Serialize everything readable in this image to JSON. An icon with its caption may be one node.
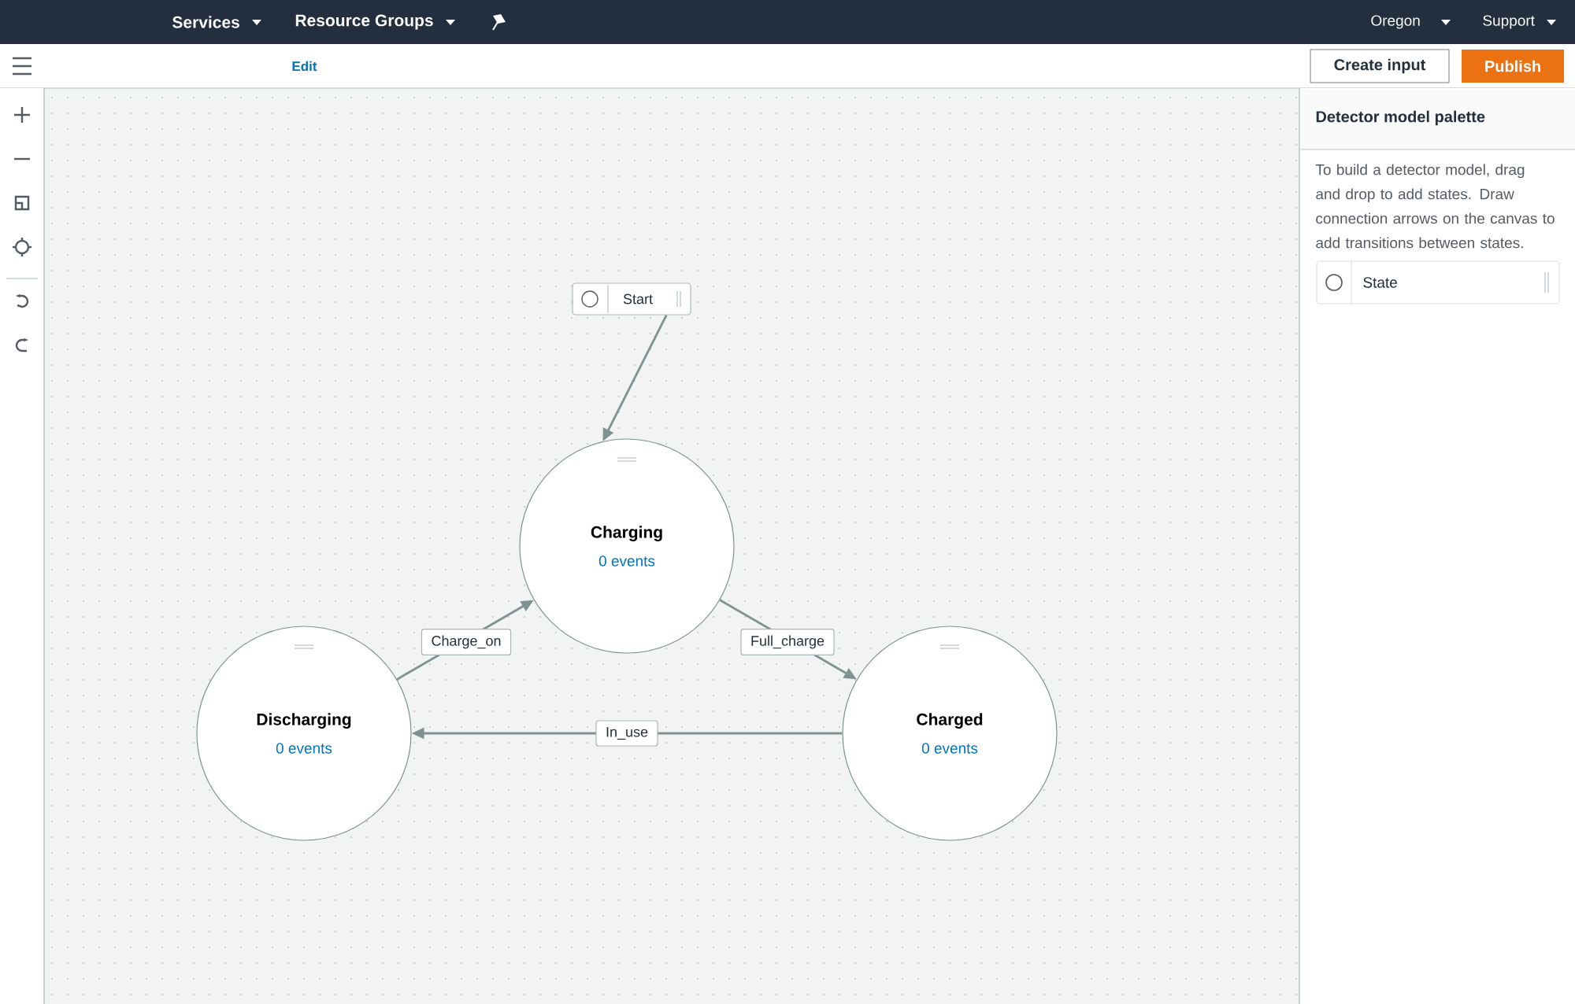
{
  "diagram": {
    "nodes": [
      {
        "text": [
          "Start"
        ]
      },
      {
        "text": [
          "Charging",
          "0 events"
        ]
      },
      {
        "text": [
          "Discharging",
          "0 events"
        ]
      },
      {
        "text": [
          "Charged",
          "0 events"
        ]
      }
    ],
    "edges": [
      {
        "from": 0,
        "to": 1,
        "arrow": "to"
      },
      {
        "from": 2,
        "to": 1,
        "arrow": "to",
        "label": "Charge_on"
      },
      {
        "from": 1,
        "to": 3,
        "arrow": "to",
        "label": "Full_charge"
      },
      {
        "from": 3,
        "to": 2,
        "arrow": "to",
        "label": "In_use"
      }
    ],
    "labels": [
      "Services",
      "Resource Groups",
      "Oregon",
      "Support",
      "Edit",
      "Create input",
      "Publish",
      "Detector model palette",
      "To build a detector model, drag and drop to add states. Draw connection arrows on the canvas to add transitions between states.",
      "State"
    ]
  }
}
